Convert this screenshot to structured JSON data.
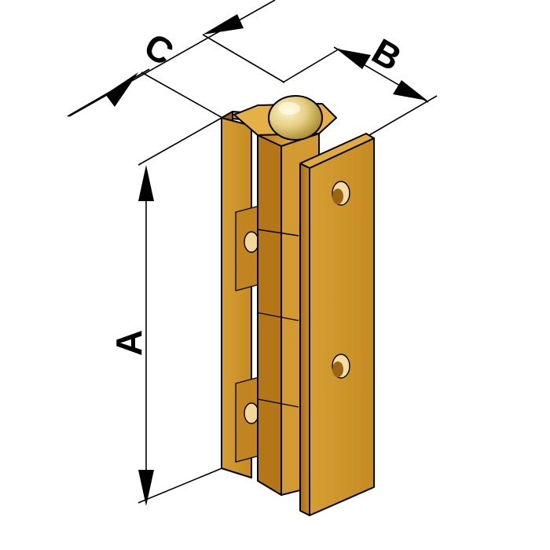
{
  "diagram": {
    "labels": {
      "a": "A",
      "b": "B",
      "c": "C"
    },
    "colors": {
      "brass_light": "#d9a53a",
      "brass_mid": "#c48a1f",
      "brass_dark": "#8a5a12",
      "brass_top": "#e3ad40",
      "ball_light": "#f3e6a6",
      "ball_dark": "#b89a3a",
      "line": "#000000"
    }
  }
}
